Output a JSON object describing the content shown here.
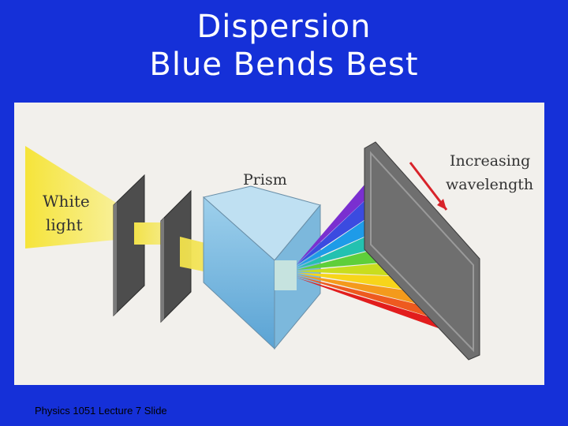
{
  "title": {
    "line1": "Dispersion",
    "line2": "Blue Bends Best"
  },
  "diagram": {
    "source_label_line1": "White",
    "source_label_line2": "light",
    "prism_label": "Prism",
    "screen_label_line1": "Increasing",
    "screen_label_line2": "wavelength",
    "spectrum_colors": [
      "#7a2fd0",
      "#3b4be0",
      "#1e9be8",
      "#23c1b0",
      "#5fcf3a",
      "#c9dd1e",
      "#f7d51a",
      "#f49a1c",
      "#ee5a1f",
      "#e21d1d"
    ],
    "arrow_color": "#d8232a",
    "light_color": "#f3e63a"
  },
  "footer": "Physics 1051 Lecture 7 Slide"
}
